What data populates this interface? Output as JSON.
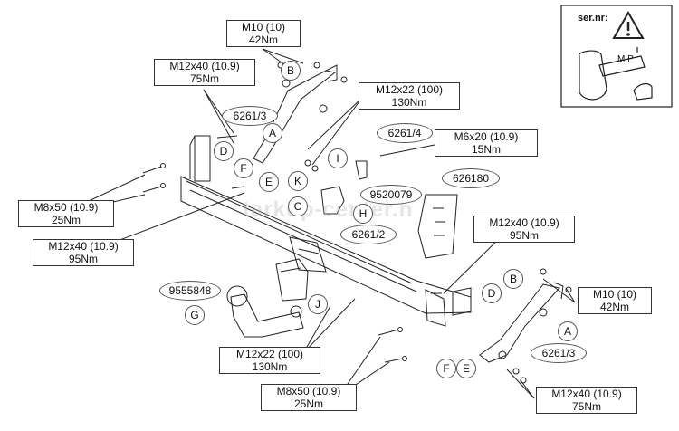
{
  "watermark": "tarkop-center.n",
  "warning_panel": {
    "title": "ser.nr:",
    "plate_letters": "M P"
  },
  "callouts": {
    "m10_top": [
      "M10 (10)",
      "42Nm"
    ],
    "m12x40_top_left": [
      "M12x40 (10.9)",
      "75Nm"
    ],
    "m12x22_top": [
      "M12x22 (100)",
      "130Nm"
    ],
    "m6x20": [
      "M6x20 (10.9)",
      "15Nm"
    ],
    "m8x50_left": [
      "M8x50 (10.9)",
      "25Nm"
    ],
    "m12x40_left": [
      "M12x40 (10.9)",
      "95Nm"
    ],
    "m12x40_right": [
      "M12x40 (10.9)",
      "95Nm"
    ],
    "m10_right": [
      "M10 (10)",
      "42Nm"
    ],
    "m12x22_bottom": [
      "M12x22 (100)",
      "130Nm"
    ],
    "m8x50_bottom": [
      "M8x50 (10.9)",
      "25Nm"
    ],
    "m12x40_bottom_right": [
      "M12x40 (10.9)",
      "75Nm"
    ]
  },
  "part_numbers": {
    "p6261_3_top": "6261/3",
    "p6261_4": "6261/4",
    "p626180": "626180",
    "p9520079": "9520079",
    "p6261_2": "6261/2",
    "p9555848": "9555848",
    "p6261_3_right": "6261/3"
  },
  "letters": {
    "b_top": "B",
    "a_top": "A",
    "d_left": "D",
    "f_left": "F",
    "e_left": "E",
    "i": "I",
    "k": "K",
    "c": "C",
    "h": "H",
    "j": "J",
    "g": "G",
    "b_right": "B",
    "d_right": "D",
    "a_right": "A",
    "f_bottom": "F",
    "e_bottom": "E"
  },
  "colors": {
    "line": "#222222",
    "background": "#ffffff"
  }
}
